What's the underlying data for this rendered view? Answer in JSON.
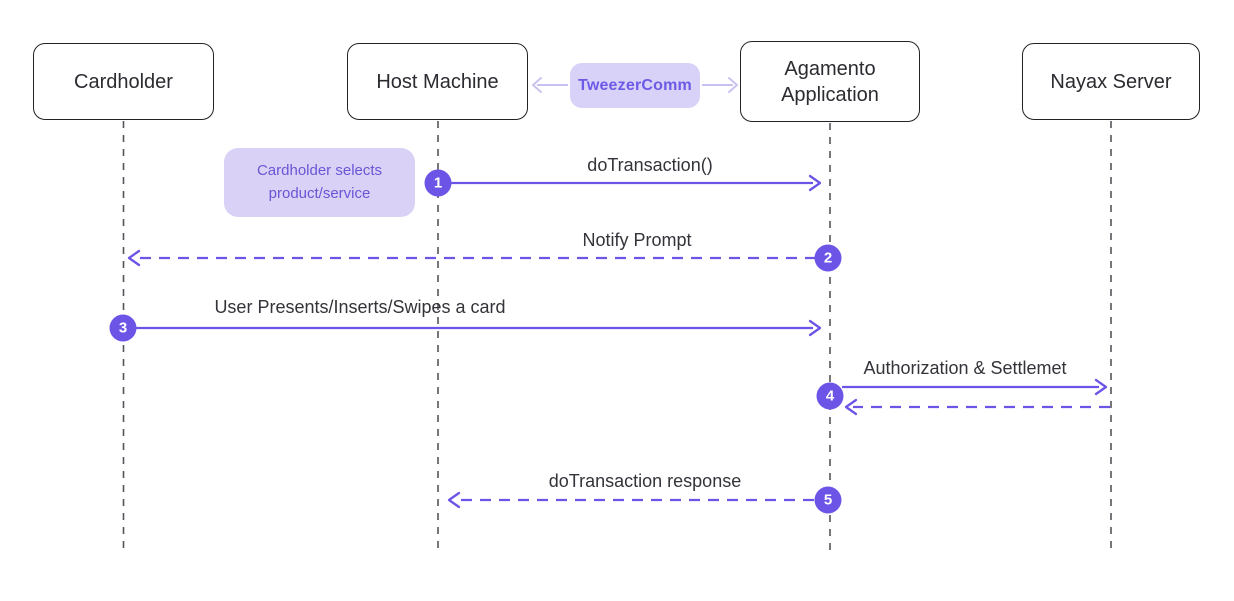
{
  "diagram": {
    "type": "sequence-diagram",
    "colors": {
      "accent_purple": "#6c55e6",
      "lavender_fill": "#d9d2f6",
      "connector_arrow": "#c9c2f0",
      "lifeline_gray": "#54545a",
      "box_border": "#232327",
      "label_text": "#33333a"
    },
    "actors": [
      {
        "name": "Cardholder"
      },
      {
        "name": "Host Machine"
      },
      {
        "name": "Agamento Application"
      },
      {
        "name": "Nayax Server"
      }
    ],
    "connector": {
      "label": "TweezerComm"
    },
    "note": {
      "text": "Cardholder selects product/service"
    },
    "messages": [
      {
        "num": "1",
        "label": "doTransaction()",
        "style": "solid",
        "from": "Host Machine",
        "to": "Agamento Application",
        "direction": "right"
      },
      {
        "num": "2",
        "label": "Notify Prompt",
        "style": "dashed",
        "from": "Agamento Application",
        "to": "Cardholder",
        "direction": "left"
      },
      {
        "num": "3",
        "label": "User Presents/Inserts/Swipes a card",
        "style": "solid",
        "from": "Cardholder",
        "to": "Agamento Application",
        "direction": "right"
      },
      {
        "num": "4",
        "label": "Authorization & Settlemet",
        "style": "solid-with-dashed-return",
        "from": "Agamento Application",
        "to": "Nayax Server",
        "direction": "right"
      },
      {
        "num": "5",
        "label": "doTransaction response",
        "style": "dashed",
        "from": "Agamento Application",
        "to": "Host Machine",
        "direction": "left"
      }
    ]
  }
}
